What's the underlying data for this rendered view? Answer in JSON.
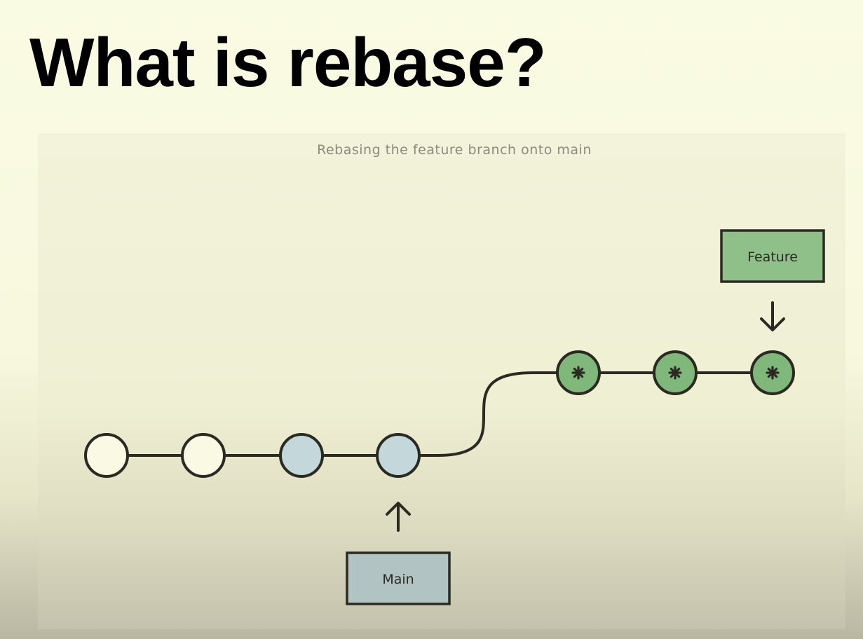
{
  "title": "What is rebase?",
  "diagram": {
    "caption": "Rebasing the feature branch onto main",
    "commits": [
      {
        "id": "c1",
        "kind": "base"
      },
      {
        "id": "c2",
        "kind": "base"
      },
      {
        "id": "c3",
        "kind": "main"
      },
      {
        "id": "c4",
        "kind": "main"
      },
      {
        "id": "c5",
        "kind": "feature"
      },
      {
        "id": "c6",
        "kind": "feature"
      },
      {
        "id": "c7",
        "kind": "feature"
      }
    ],
    "labels": {
      "main": "Main",
      "feature": "Feature"
    },
    "colors": {
      "base_fill": "#f9f9e4",
      "main_fill": "#c4d7da",
      "feature_fill": "#7fb87a",
      "main_label_fill": "#b2c3c4",
      "feature_label_fill": "#8fc08a",
      "stroke": "#2a2a22"
    },
    "icons": {
      "arrow_up": "up-arrow-icon",
      "arrow_down": "down-arrow-icon",
      "commit_marker": "asterisk-icon"
    }
  }
}
